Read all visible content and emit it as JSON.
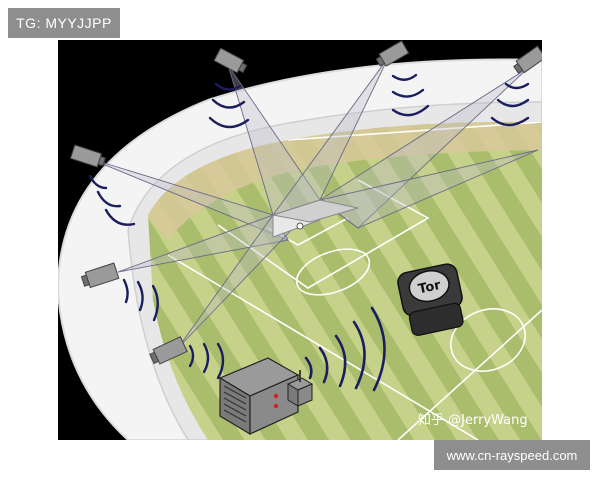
{
  "top_left_badge": "TG: MYYJJPP",
  "bottom_right_badge": "www.cn-rayspeed.com",
  "watermark": "知乎 @JerryWang",
  "tag_label": "Tor",
  "colors": {
    "background": "#000000",
    "stand": "#f4f4f4",
    "field_light": "#c6d18a",
    "field_dark": "#a9bd6c",
    "signal_arc": "#1b1e5e",
    "camera": "#9a9a9a",
    "badge": "#8e8e8e"
  },
  "icons": [
    "camera-icon",
    "wristband-tag-icon",
    "server-rack-icon",
    "antenna-icon",
    "ball-icon"
  ]
}
